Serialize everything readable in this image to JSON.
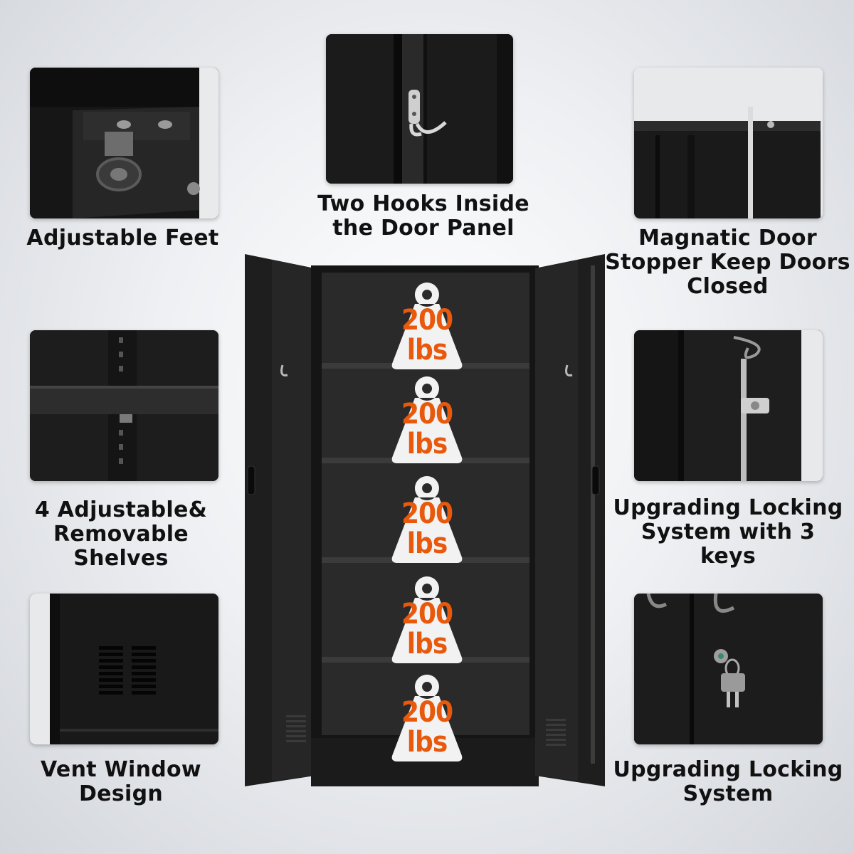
{
  "features": {
    "adjustable_feet": [
      "Adjustable Feet"
    ],
    "hooks": [
      "Two Hooks Inside",
      "the Door Panel"
    ],
    "magnetic": [
      "Magnatic Door",
      "Stopper Keep Doors",
      "Closed"
    ],
    "shelves": [
      "4 Adjustable&",
      "Removable Shelves"
    ],
    "locking_keys": [
      "Upgrading Locking",
      "System with 3 keys"
    ],
    "vent": [
      "Vent Window",
      "Design"
    ],
    "locking": [
      "Upgrading Locking",
      "System"
    ]
  },
  "shelf_capacity": {
    "value": "200",
    "unit": "lbs",
    "count": 5,
    "color": "#e8590c"
  },
  "colors": {
    "cabinet": "#1c1c1c",
    "weight_icon": "#f2f2f2",
    "weight_text": "#e8590c"
  },
  "icons": [
    "weight-icon",
    "hook-icon",
    "key-icon",
    "lock-icon",
    "vent-icon"
  ]
}
